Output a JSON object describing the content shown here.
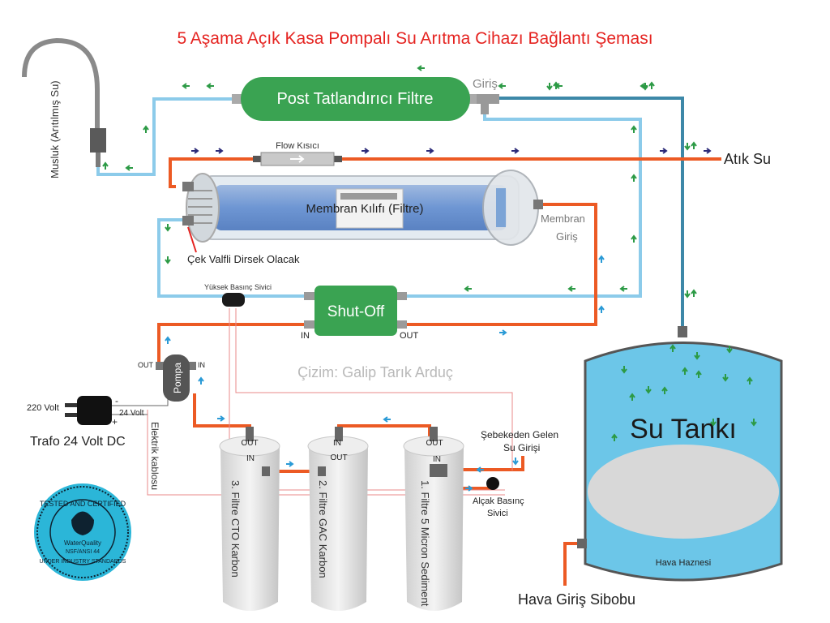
{
  "title": "5 Aşama Açık Kasa Pompalı Su Arıtma Cihazı Bağlantı Şeması",
  "credit": "Çizim: Galip Tarık Arduç",
  "labels": {
    "faucet": "Musluk (Arıtılmış Su)",
    "post_filter": "Post Tatlandırıcı Filtre",
    "inlet": "Giriş",
    "flow_restrictor": "Flow Kısıcı",
    "waste_water": "Atık Su",
    "membrane": "Membran Kılıfı (Filtre)",
    "membrane_inlet_1": "Membran",
    "membrane_inlet_2": "Giriş",
    "check_valve": "Çek Valfli Dirsek Olacak",
    "high_pressure_switch": "Yüksek Basınç Sivici",
    "shutoff": "Shut-Off",
    "shutoff_in": "IN",
    "shutoff_out": "OUT",
    "pump": "Pompa",
    "pump_out": "OUT",
    "pump_in": "IN",
    "v220": "220 Volt",
    "v24": "24 Volt",
    "minus": "-",
    "plus": "+",
    "transformer": "Trafo 24 Volt DC",
    "power_cable": "Elektrik kablosu",
    "mains_inlet_1": "Şebekeden Gelen",
    "mains_inlet_2": "Su Girişi",
    "low_pressure_1": "Alçak Basınç",
    "low_pressure_2": "Sivici",
    "tank": "Su Tankı",
    "air_chamber": "Hava Haznesi",
    "air_valve": "Hava Giriş Sibobu"
  },
  "filters": [
    {
      "label": "3. Filtre CTO Karbon",
      "top_port": "OUT",
      "side_port": "IN"
    },
    {
      "label": "2. Filtre GAC Karbon",
      "top_port": "IN",
      "side_port": "OUT"
    },
    {
      "label": "1. Filtre 5 Micron Sediment",
      "top_port": "OUT",
      "side_port": "IN"
    }
  ],
  "badge": {
    "top": "TESTED AND CERTIFIED",
    "bottom": "UNDER INDUSTRY STANDARDS",
    "center_1": "WaterQuality",
    "center_2": "NSF/ANSI 44"
  },
  "colors": {
    "title": "#e52421",
    "filter_green": "#3aa352",
    "pipe_blue": "#8ccbea",
    "pipe_orange": "#ec5a24",
    "pipe_dark": "#3d88a8",
    "tank_blue": "#6cc6e8",
    "air_grey": "#d8d8d8",
    "badge": "#2bb6d8",
    "arrow_green": "#2c9a45",
    "arrow_blue": "#2a9ad6",
    "arrow_navy": "#2b2a78"
  }
}
